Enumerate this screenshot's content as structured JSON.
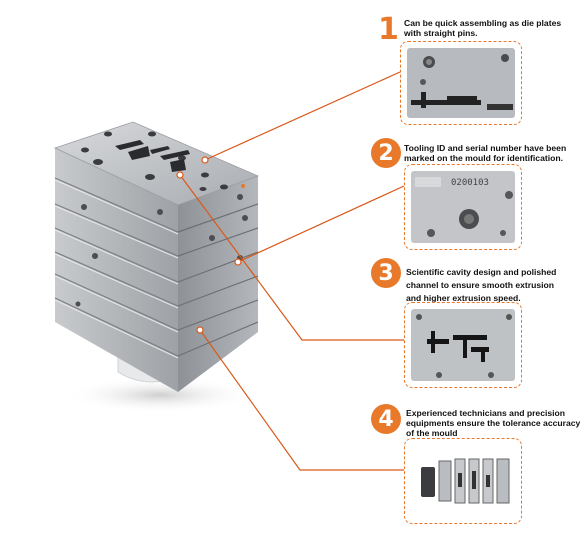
{
  "features": [
    {
      "number": "1",
      "text_lines": [
        "Can be quick assembling as die plates",
        "with straight pins."
      ]
    },
    {
      "number": "2",
      "text_lines": [
        "Tooling ID and serial number have been",
        "marked on the mould for identification."
      ],
      "photo_marking": "0200103"
    },
    {
      "number": "3",
      "text_lines": [
        "Scientific cavity design and polished",
        "channel to ensure smooth extrusion",
        "and higher extrusion  speed."
      ]
    },
    {
      "number": "4",
      "text_lines": [
        "Experienced technicians and precision",
        "equipments  ensure the tolerance accuracy",
        "of the mould"
      ]
    }
  ],
  "colors": {
    "accent": "#e8792a",
    "metal": "#b9bcc0",
    "background": "#ffffff"
  }
}
